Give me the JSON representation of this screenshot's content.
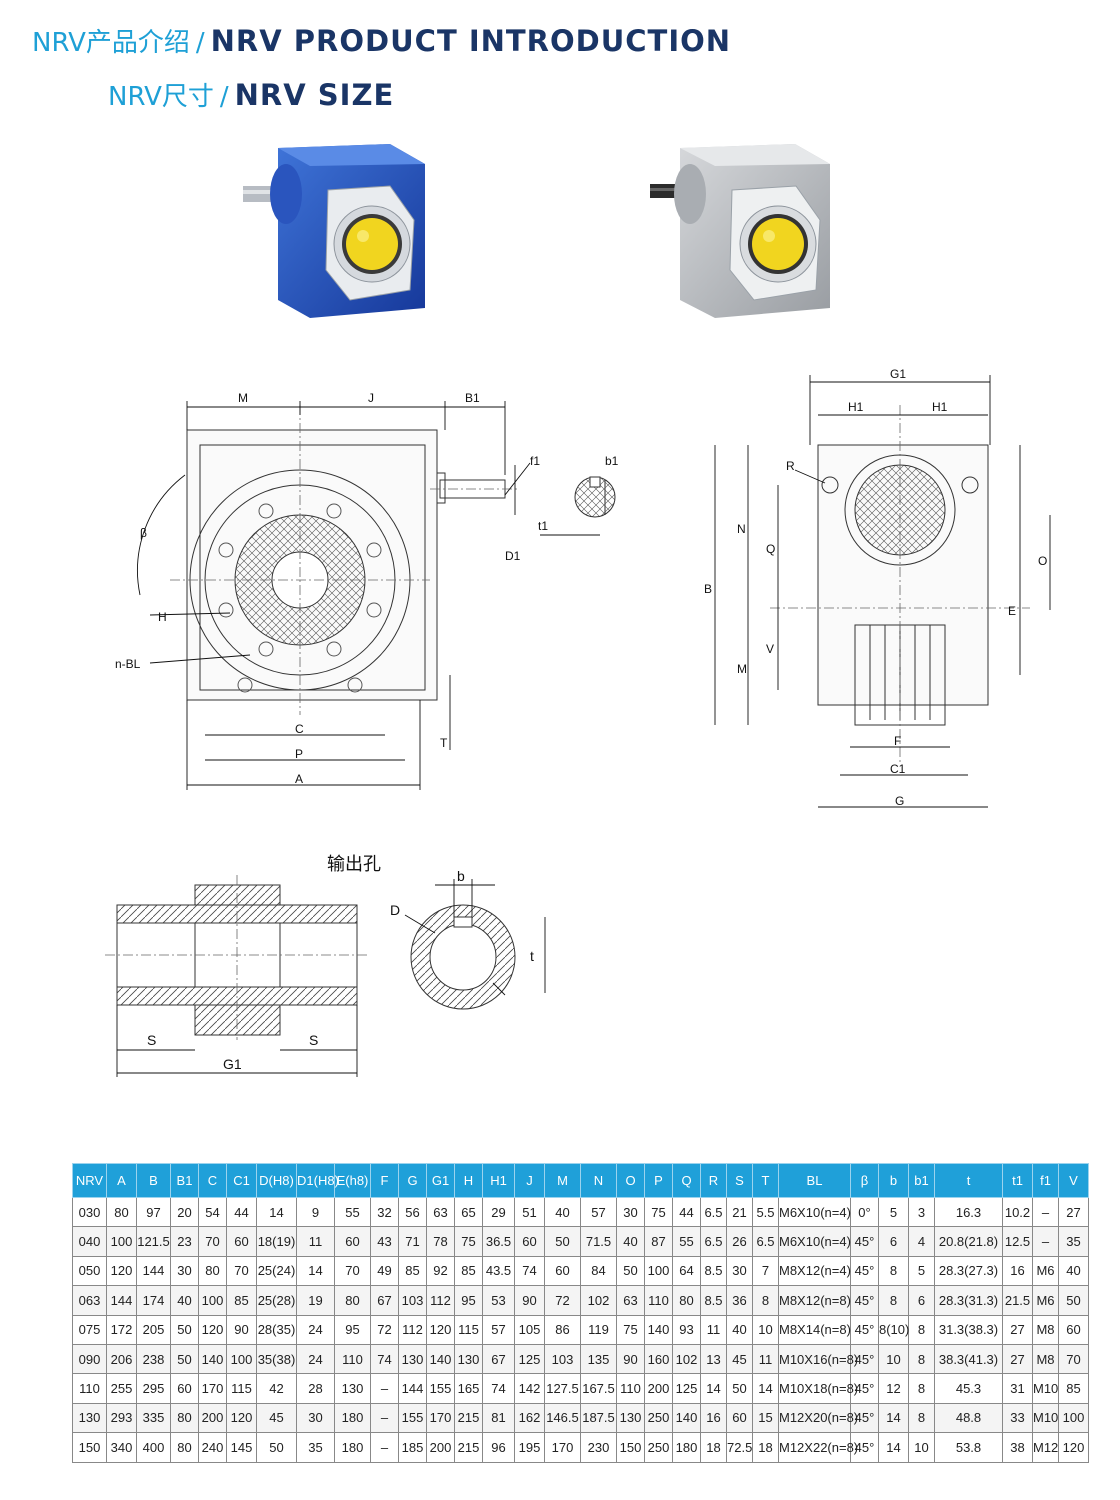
{
  "header": {
    "line1_cn": "NRV产品介绍",
    "line1_sep": "/",
    "line1_en": "NRV PRODUCT INTRODUCTION",
    "line2_cn": "NRV尺寸",
    "line2_sep": "/",
    "line2_en": "NRV SIZE"
  },
  "colors": {
    "accent": "#1ea0d6",
    "heading_dark": "#1a3566",
    "table_header": "#1fa0d9",
    "gearbox_blue": "#1e4fb3",
    "gearbox_silver": "#b9bcc0",
    "cap_yellow": "#f1d51f"
  },
  "drawing_labels": {
    "front": {
      "M": "M",
      "J": "J",
      "B1": "B1",
      "f1": "f1",
      "b1": "b1",
      "t1": "t1",
      "D1": "D1",
      "beta": "β",
      "H": "H",
      "nBL": "n-BL",
      "C": "C",
      "P": "P",
      "A": "A",
      "T": "T"
    },
    "side": {
      "G1": "G1",
      "H1a": "H1",
      "H1b": "H1",
      "R": "R",
      "N": "N",
      "Q": "Q",
      "B": "B",
      "O": "O",
      "E": "E",
      "V": "V",
      "M": "M",
      "F": "F",
      "C1": "C1",
      "G": "G"
    },
    "hole": {
      "title": "输出孔",
      "b": "b",
      "D": "D",
      "t": "t",
      "S1": "S",
      "S2": "S",
      "G1": "G1"
    }
  },
  "table": {
    "headers": [
      "NRV",
      "A",
      "B",
      "B1",
      "C",
      "C1",
      "D(H8)",
      "D1(H8)",
      "E(h8)",
      "F",
      "G",
      "G1",
      "H",
      "H1",
      "J",
      "M",
      "N",
      "O",
      "P",
      "Q",
      "R",
      "S",
      "T",
      "BL",
      "β",
      "b",
      "b1",
      "t",
      "t1",
      "f1",
      "V"
    ],
    "rows": [
      [
        "030",
        "80",
        "97",
        "20",
        "54",
        "44",
        "14",
        "9",
        "55",
        "32",
        "56",
        "63",
        "65",
        "29",
        "51",
        "40",
        "57",
        "30",
        "75",
        "44",
        "6.5",
        "21",
        "5.5",
        "M6X10(n=4)",
        "0°",
        "5",
        "3",
        "16.3",
        "10.2",
        "–",
        "27"
      ],
      [
        "040",
        "100",
        "121.5",
        "23",
        "70",
        "60",
        "18(19)",
        "11",
        "60",
        "43",
        "71",
        "78",
        "75",
        "36.5",
        "60",
        "50",
        "71.5",
        "40",
        "87",
        "55",
        "6.5",
        "26",
        "6.5",
        "M6X10(n=4)",
        "45°",
        "6",
        "4",
        "20.8(21.8)",
        "12.5",
        "–",
        "35"
      ],
      [
        "050",
        "120",
        "144",
        "30",
        "80",
        "70",
        "25(24)",
        "14",
        "70",
        "49",
        "85",
        "92",
        "85",
        "43.5",
        "74",
        "60",
        "84",
        "50",
        "100",
        "64",
        "8.5",
        "30",
        "7",
        "M8X12(n=4)",
        "45°",
        "8",
        "5",
        "28.3(27.3)",
        "16",
        "M6",
        "40"
      ],
      [
        "063",
        "144",
        "174",
        "40",
        "100",
        "85",
        "25(28)",
        "19",
        "80",
        "67",
        "103",
        "112",
        "95",
        "53",
        "90",
        "72",
        "102",
        "63",
        "110",
        "80",
        "8.5",
        "36",
        "8",
        "M8X12(n=8)",
        "45°",
        "8",
        "6",
        "28.3(31.3)",
        "21.5",
        "M6",
        "50"
      ],
      [
        "075",
        "172",
        "205",
        "50",
        "120",
        "90",
        "28(35)",
        "24",
        "95",
        "72",
        "112",
        "120",
        "115",
        "57",
        "105",
        "86",
        "119",
        "75",
        "140",
        "93",
        "11",
        "40",
        "10",
        "M8X14(n=8)",
        "45°",
        "8(10)",
        "8",
        "31.3(38.3)",
        "27",
        "M8",
        "60"
      ],
      [
        "090",
        "206",
        "238",
        "50",
        "140",
        "100",
        "35(38)",
        "24",
        "110",
        "74",
        "130",
        "140",
        "130",
        "67",
        "125",
        "103",
        "135",
        "90",
        "160",
        "102",
        "13",
        "45",
        "11",
        "M10X16(n=8)",
        "45°",
        "10",
        "8",
        "38.3(41.3)",
        "27",
        "M8",
        "70"
      ],
      [
        "110",
        "255",
        "295",
        "60",
        "170",
        "115",
        "42",
        "28",
        "130",
        "–",
        "144",
        "155",
        "165",
        "74",
        "142",
        "127.5",
        "167.5",
        "110",
        "200",
        "125",
        "14",
        "50",
        "14",
        "M10X18(n=8)",
        "45°",
        "12",
        "8",
        "45.3",
        "31",
        "M10",
        "85"
      ],
      [
        "130",
        "293",
        "335",
        "80",
        "200",
        "120",
        "45",
        "30",
        "180",
        "–",
        "155",
        "170",
        "215",
        "81",
        "162",
        "146.5",
        "187.5",
        "130",
        "250",
        "140",
        "16",
        "60",
        "15",
        "M12X20(n=8)",
        "45°",
        "14",
        "8",
        "48.8",
        "33",
        "M10",
        "100"
      ],
      [
        "150",
        "340",
        "400",
        "80",
        "240",
        "145",
        "50",
        "35",
        "180",
        "–",
        "185",
        "200",
        "215",
        "96",
        "195",
        "170",
        "230",
        "150",
        "250",
        "180",
        "18",
        "72.5",
        "18",
        "M12X22(n=8)",
        "45°",
        "14",
        "10",
        "53.8",
        "38",
        "M12",
        "120"
      ]
    ]
  }
}
